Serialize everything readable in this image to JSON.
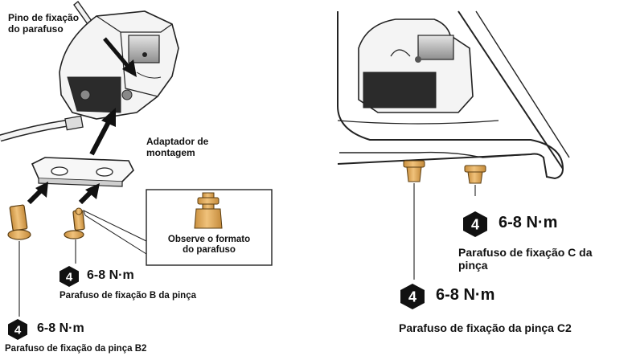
{
  "left": {
    "pin_label_1": "Pino de fixação",
    "pin_label_2": "do parafuso",
    "adapter_label_1": "Adaptador de",
    "adapter_label_2": "montagem",
    "callout_label_1": "Observe o formato",
    "callout_label_2": "do parafuso",
    "torque_b": "6-8 N·m",
    "desc_b": "Parafuso de fixação B da pinça",
    "torque_b2": "6-8 N·m",
    "desc_b2": "Parafuso de fixação da pinça B2"
  },
  "right": {
    "torque_c": "6-8 N·m",
    "desc_c_1": "Parafuso de fixação C da",
    "desc_c_2": "pinça",
    "torque_c2": "6-8 N·m",
    "desc_c2": "Parafuso de fixação da pinça C2"
  },
  "badge_number": "4",
  "colors": {
    "bolt": "#e3b365",
    "ink": "#111111",
    "badge": "#111111",
    "paper": "#ffffff"
  },
  "icons": [
    "hex-wrench-4-badge",
    "arrow-up-icon",
    "bolt-icon"
  ]
}
